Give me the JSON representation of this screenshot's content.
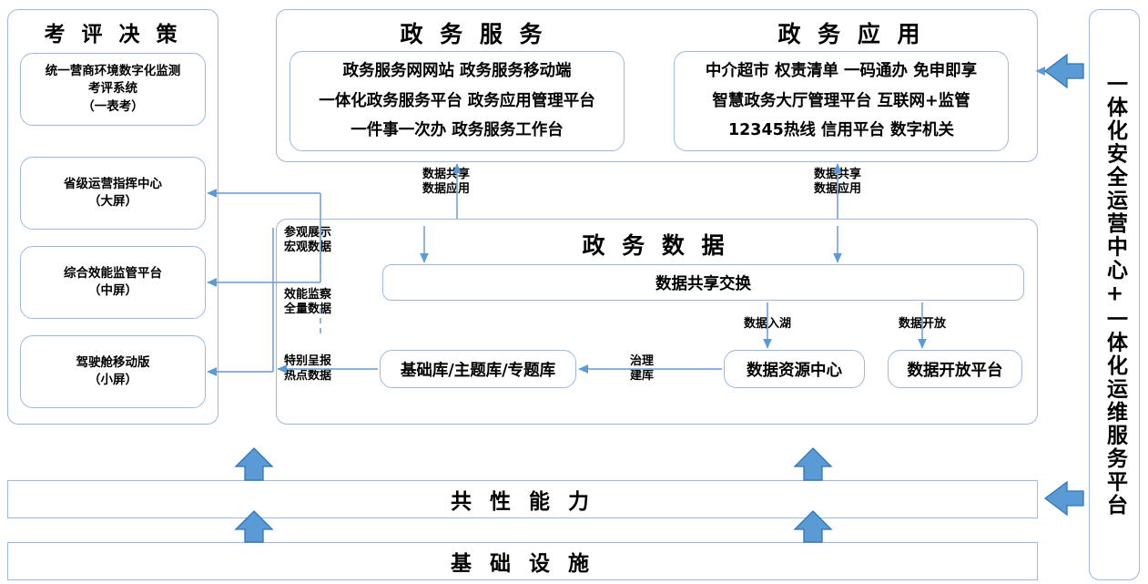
{
  "diagram": {
    "title_note": "政务服务一体化架构图",
    "accent_border": "#9db9dd",
    "arrow_fill": "#5b9bd5",
    "arrow_stroke": "#2e75b6",
    "wire_color": "#7da7d9"
  },
  "left_panel": {
    "title": "考 评 决 策",
    "cards": [
      {
        "name": "unified-business-env-eval",
        "lines": [
          "统一营商环境数字化监测",
          "考评系统",
          "（一表考）"
        ]
      },
      {
        "name": "provincial-command-center",
        "lines": [
          "省级运营指挥中心",
          "（大屏）"
        ]
      },
      {
        "name": "comprehensive-efficiency-platform",
        "lines": [
          "综合效能监管平台",
          "（中屏）"
        ]
      },
      {
        "name": "cockpit-mobile",
        "lines": [
          "驾驶舱移动版",
          "（小屏）"
        ]
      }
    ]
  },
  "top_band": {
    "service": {
      "title": "政 务 服 务",
      "items": [
        "政务服务网网站 政务服务移动端",
        "一体化政务服务平台 政务应用管理平台",
        "一件事一次办 政务服务工作台"
      ]
    },
    "application": {
      "title": "政 务 应 用",
      "items": [
        "中介超市 权责清单 一码通办 免申即享",
        "智慧政务大厅管理平台 互联网+监管",
        "12345热线 信用平台 数字机关"
      ]
    }
  },
  "data_panel": {
    "title": "政 务 数 据",
    "share_exchange": "数据共享交换",
    "library": "基础库/主题库/专题库",
    "resource_center": "数据资源中心",
    "open_platform": "数据开放平台"
  },
  "connectors": {
    "service_to_data": [
      "数据共享",
      "数据应用"
    ],
    "application_to_data": [
      "数据共享",
      "数据应用"
    ],
    "exhibit_macro": [
      "参观展示",
      "宏观数据"
    ],
    "efficiency_full": [
      "效能监察",
      "全量数据"
    ],
    "special_report_hot": [
      "特别呈报",
      "热点数据"
    ],
    "data_to_lake": "数据入湖",
    "data_open": "数据开放",
    "govern_build": [
      "治理",
      "建库"
    ]
  },
  "bottom_bars": [
    {
      "name": "common-capability-bar",
      "label": "共 性 能 力"
    },
    {
      "name": "infrastructure-bar",
      "label": "基 础 设 施"
    }
  ],
  "right_panel": {
    "label": "一体化安全运营中心+一体化运维服务平台"
  }
}
